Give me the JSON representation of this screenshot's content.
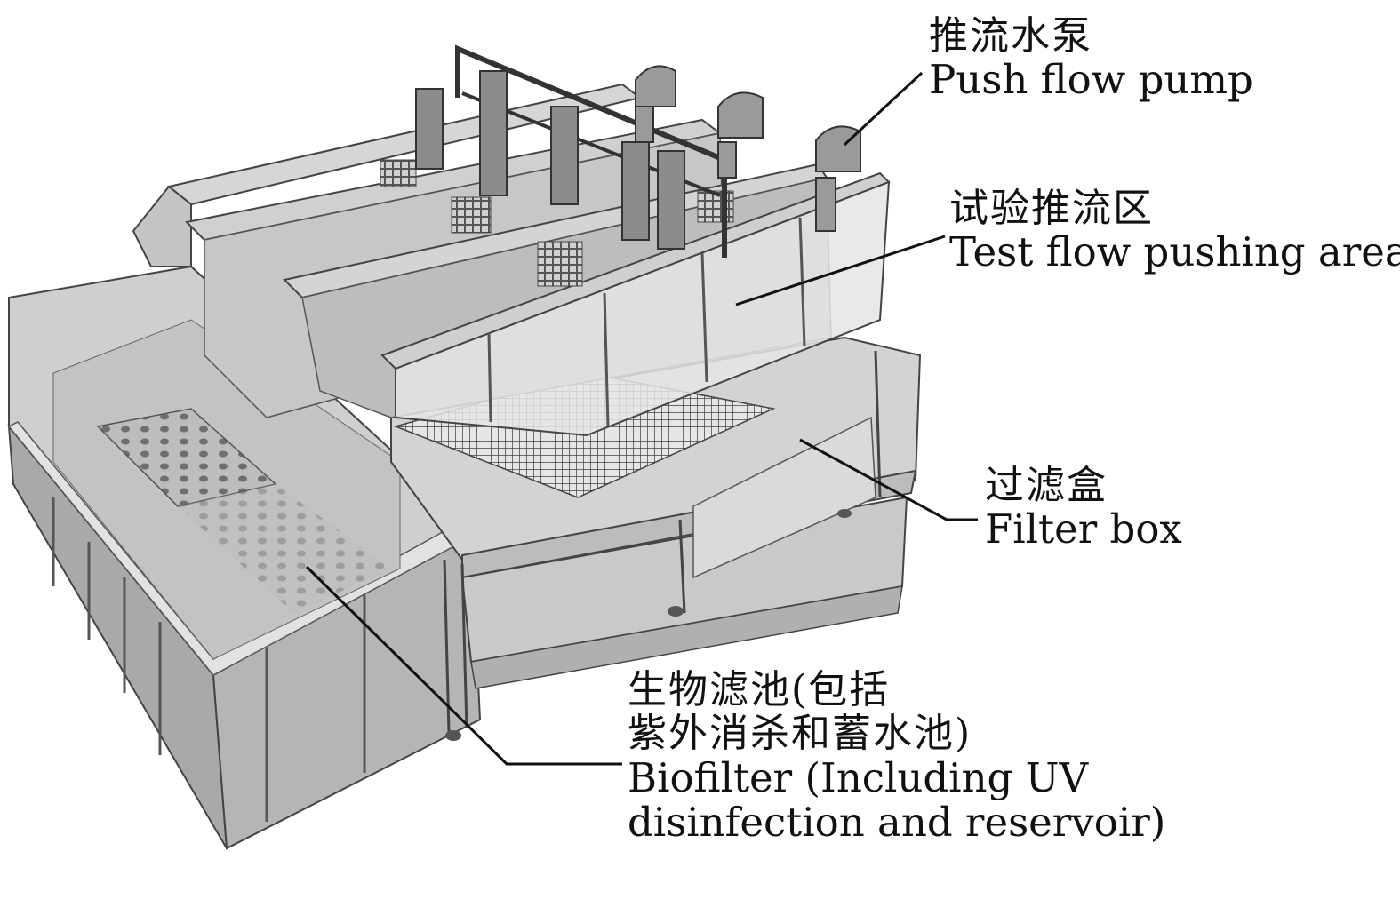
{
  "labels": {
    "pump": {
      "zh": "推流水泵",
      "en": "Push flow pump"
    },
    "test_area": {
      "zh": "试验推流区",
      "en": "Test flow pushing area"
    },
    "filter_box": {
      "zh": "过滤盒",
      "en": "Filter box"
    },
    "biofilter": {
      "zh_line1": "生物滤池(包括",
      "zh_line2": "紫外消杀和蓄水池)",
      "en_line1": "Biofilter (Including UV",
      "en_line2": "disinfection and reservoir)"
    }
  }
}
